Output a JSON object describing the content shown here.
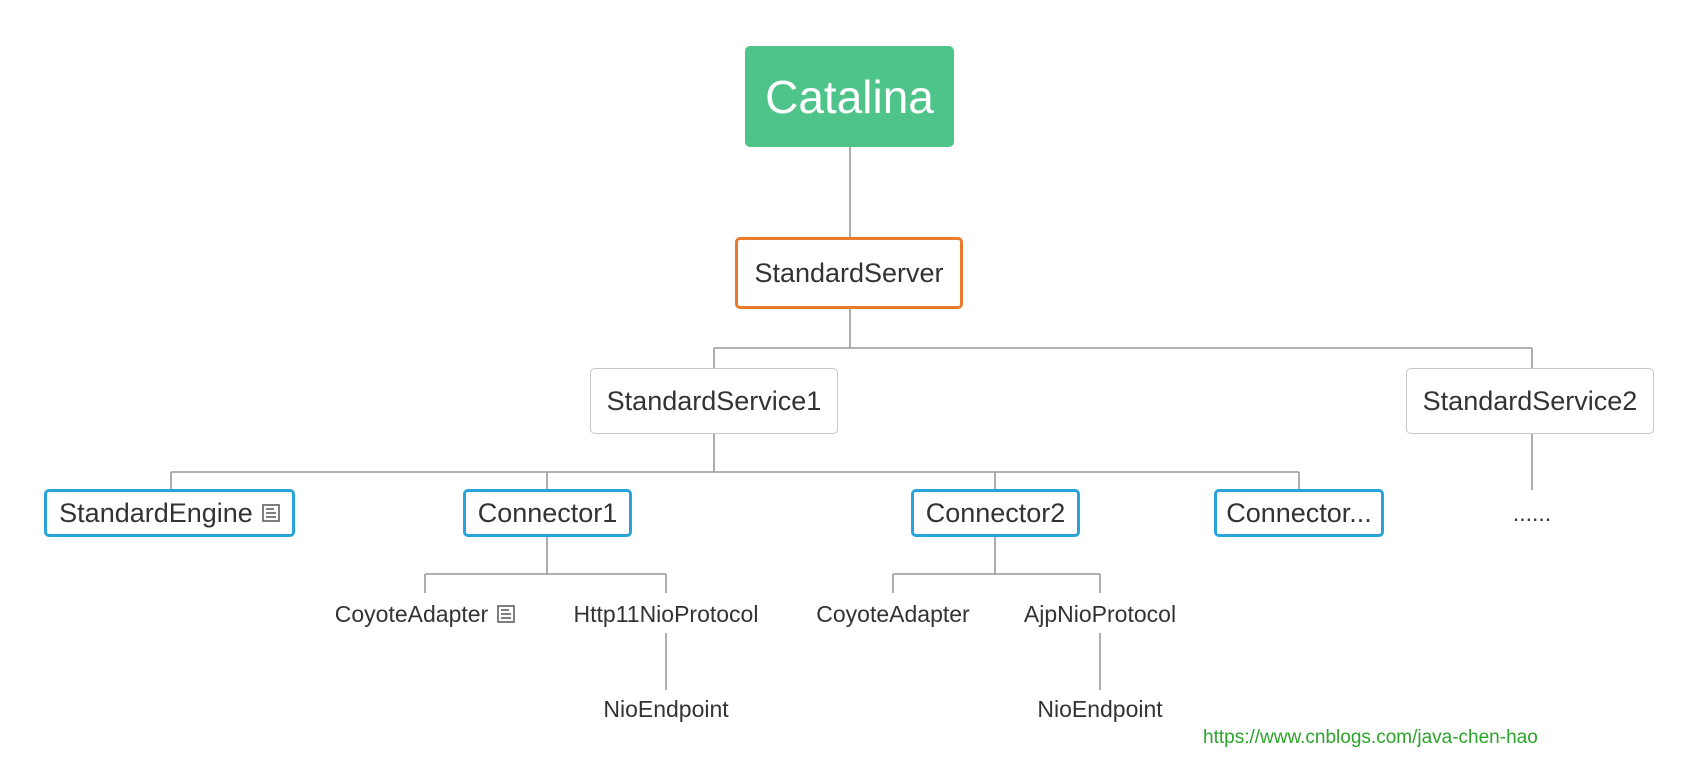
{
  "nodes": {
    "catalina": "Catalina",
    "standard_server": "StandardServer",
    "standard_service1": "StandardService1",
    "standard_service2": "StandardService2",
    "standard_engine": "StandardEngine",
    "connector1": "Connector1",
    "connector2": "Connector2",
    "connector_more": "Connector...",
    "service2_more": "......",
    "c1_coyote_adapter": "CoyoteAdapter",
    "c1_protocol": "Http11NioProtocol",
    "c1_endpoint": "NioEndpoint",
    "c2_coyote_adapter": "CoyoteAdapter",
    "c2_protocol": "AjpNioProtocol",
    "c2_endpoint": "NioEndpoint"
  },
  "watermark": "https://www.cnblogs.com/java-chen-hao",
  "colors": {
    "root": "#4fc48a",
    "server_border": "#e97a2c",
    "component_border": "#29a3dc",
    "service_border": "#c8c8c8",
    "edge": "#999999",
    "watermark": "#2aa52a"
  },
  "icons": [
    "note-icon"
  ]
}
